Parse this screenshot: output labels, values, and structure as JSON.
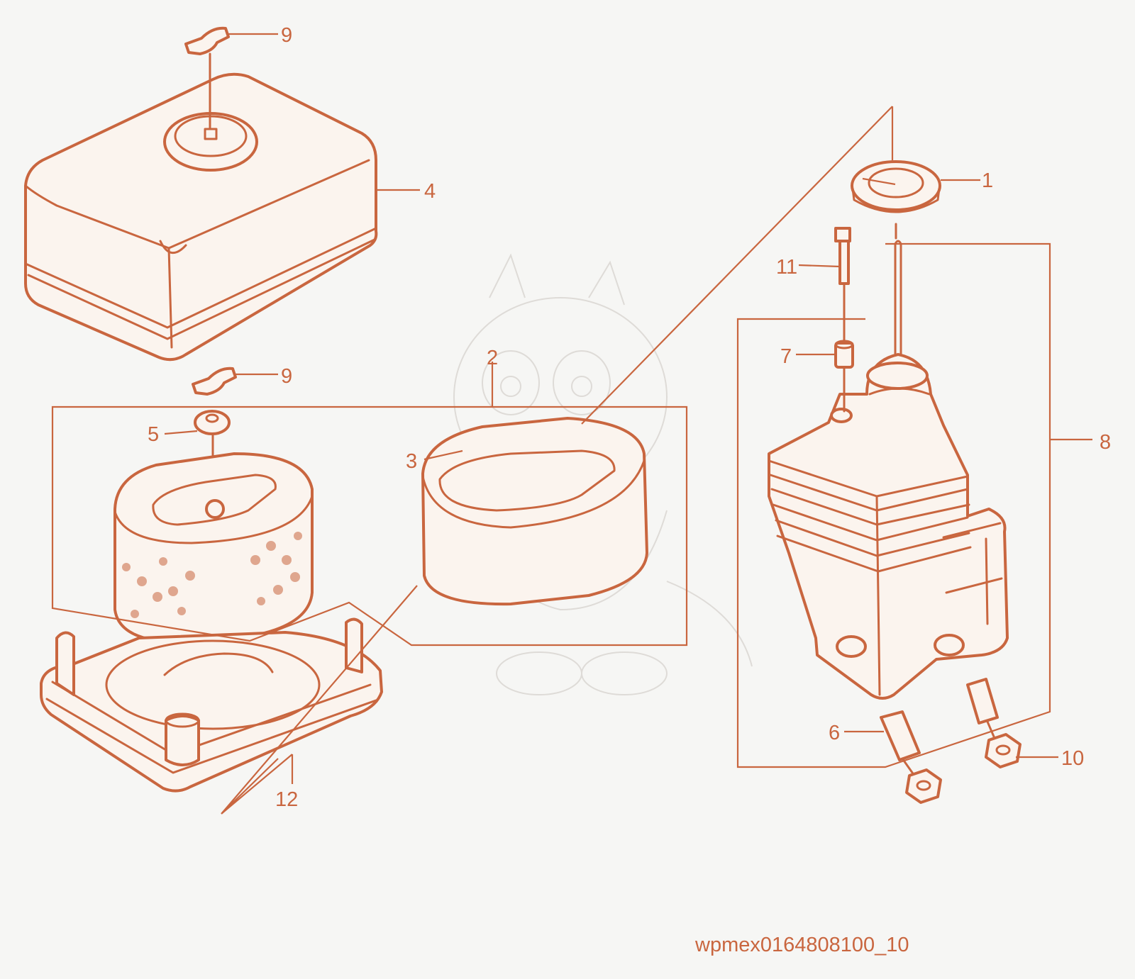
{
  "colors": {
    "ink": "#c9663f",
    "watermark": "#dedbd7",
    "background": "#f6f6f4"
  },
  "callouts": {
    "c1": "1",
    "c2": "2",
    "c3": "3",
    "c4": "4",
    "c5": "5",
    "c6": "6",
    "c7": "7",
    "c8": "8",
    "c9a": "9",
    "c9b": "9",
    "c10": "10",
    "c11": "11",
    "c12": "12"
  },
  "diagram_code": "wpmex0164808100_10"
}
